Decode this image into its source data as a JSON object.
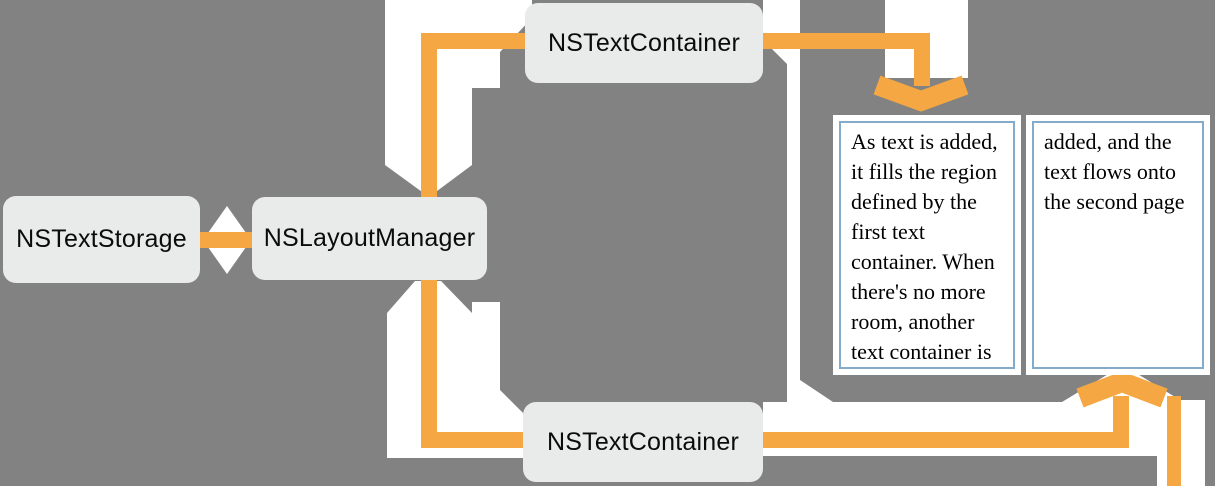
{
  "diagram": {
    "title_hint": "Cocoa text system object diagram",
    "colors": {
      "background": "#828282",
      "arrow_orange": "#F4A742",
      "flow_white": "#FFFFFF",
      "node_fill": "#E9EAEA",
      "page_border": "#84ABCA"
    },
    "nodes": [
      {
        "id": "nstextstorage",
        "label": "NSTextStorage"
      },
      {
        "id": "nslayoutmanager",
        "label": "NSLayoutManager"
      },
      {
        "id": "nstextcontainer-top",
        "label": "NSTextContainer"
      },
      {
        "id": "nstextcontainer-bottom",
        "label": "NSTextContainer"
      }
    ],
    "pages": [
      {
        "id": "page-1",
        "text": "As text is added,\nit fills the region\ndefined by the\nfirst text\ncontainer. When\nthere's no more\nroom, another\ntext container is"
      },
      {
        "id": "page-2",
        "text": "added, and the\ntext flows onto\nthe second page"
      }
    ]
  }
}
